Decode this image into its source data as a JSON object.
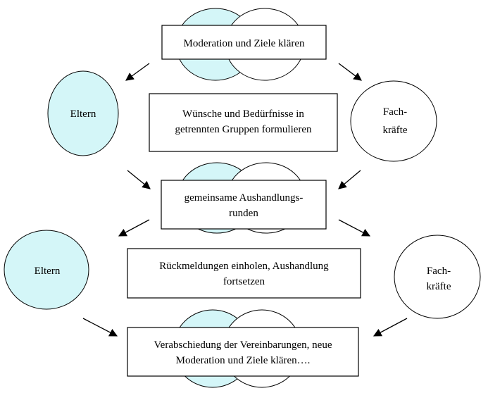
{
  "colors": {
    "parent_fill": "#d4f6f8",
    "staff_fill": "#ffffff",
    "stroke": "#000000",
    "box_fill": "#ffffff"
  },
  "diagram": {
    "step1": {
      "lines": [
        "Moderation und Ziele klären"
      ]
    },
    "parents_top": {
      "lines": [
        "Eltern"
      ]
    },
    "staff_top": {
      "lines": [
        "Fach-",
        "kräfte"
      ]
    },
    "step2": {
      "lines": [
        "Wünsche und Bedürfnisse in",
        "getrennten Gruppen formulieren"
      ]
    },
    "step3": {
      "lines": [
        "gemeinsame Aushandlungs-",
        "runden"
      ]
    },
    "parents_bottom": {
      "lines": [
        "Eltern"
      ]
    },
    "staff_bottom": {
      "lines": [
        "Fach-",
        "kräfte"
      ]
    },
    "step4": {
      "lines": [
        "Rückmeldungen einholen, Aushandlung",
        "fortsetzen"
      ]
    },
    "step5": {
      "lines": [
        "Verabschiedung der Vereinbarungen, neue",
        "Moderation und Ziele klären…."
      ]
    }
  }
}
